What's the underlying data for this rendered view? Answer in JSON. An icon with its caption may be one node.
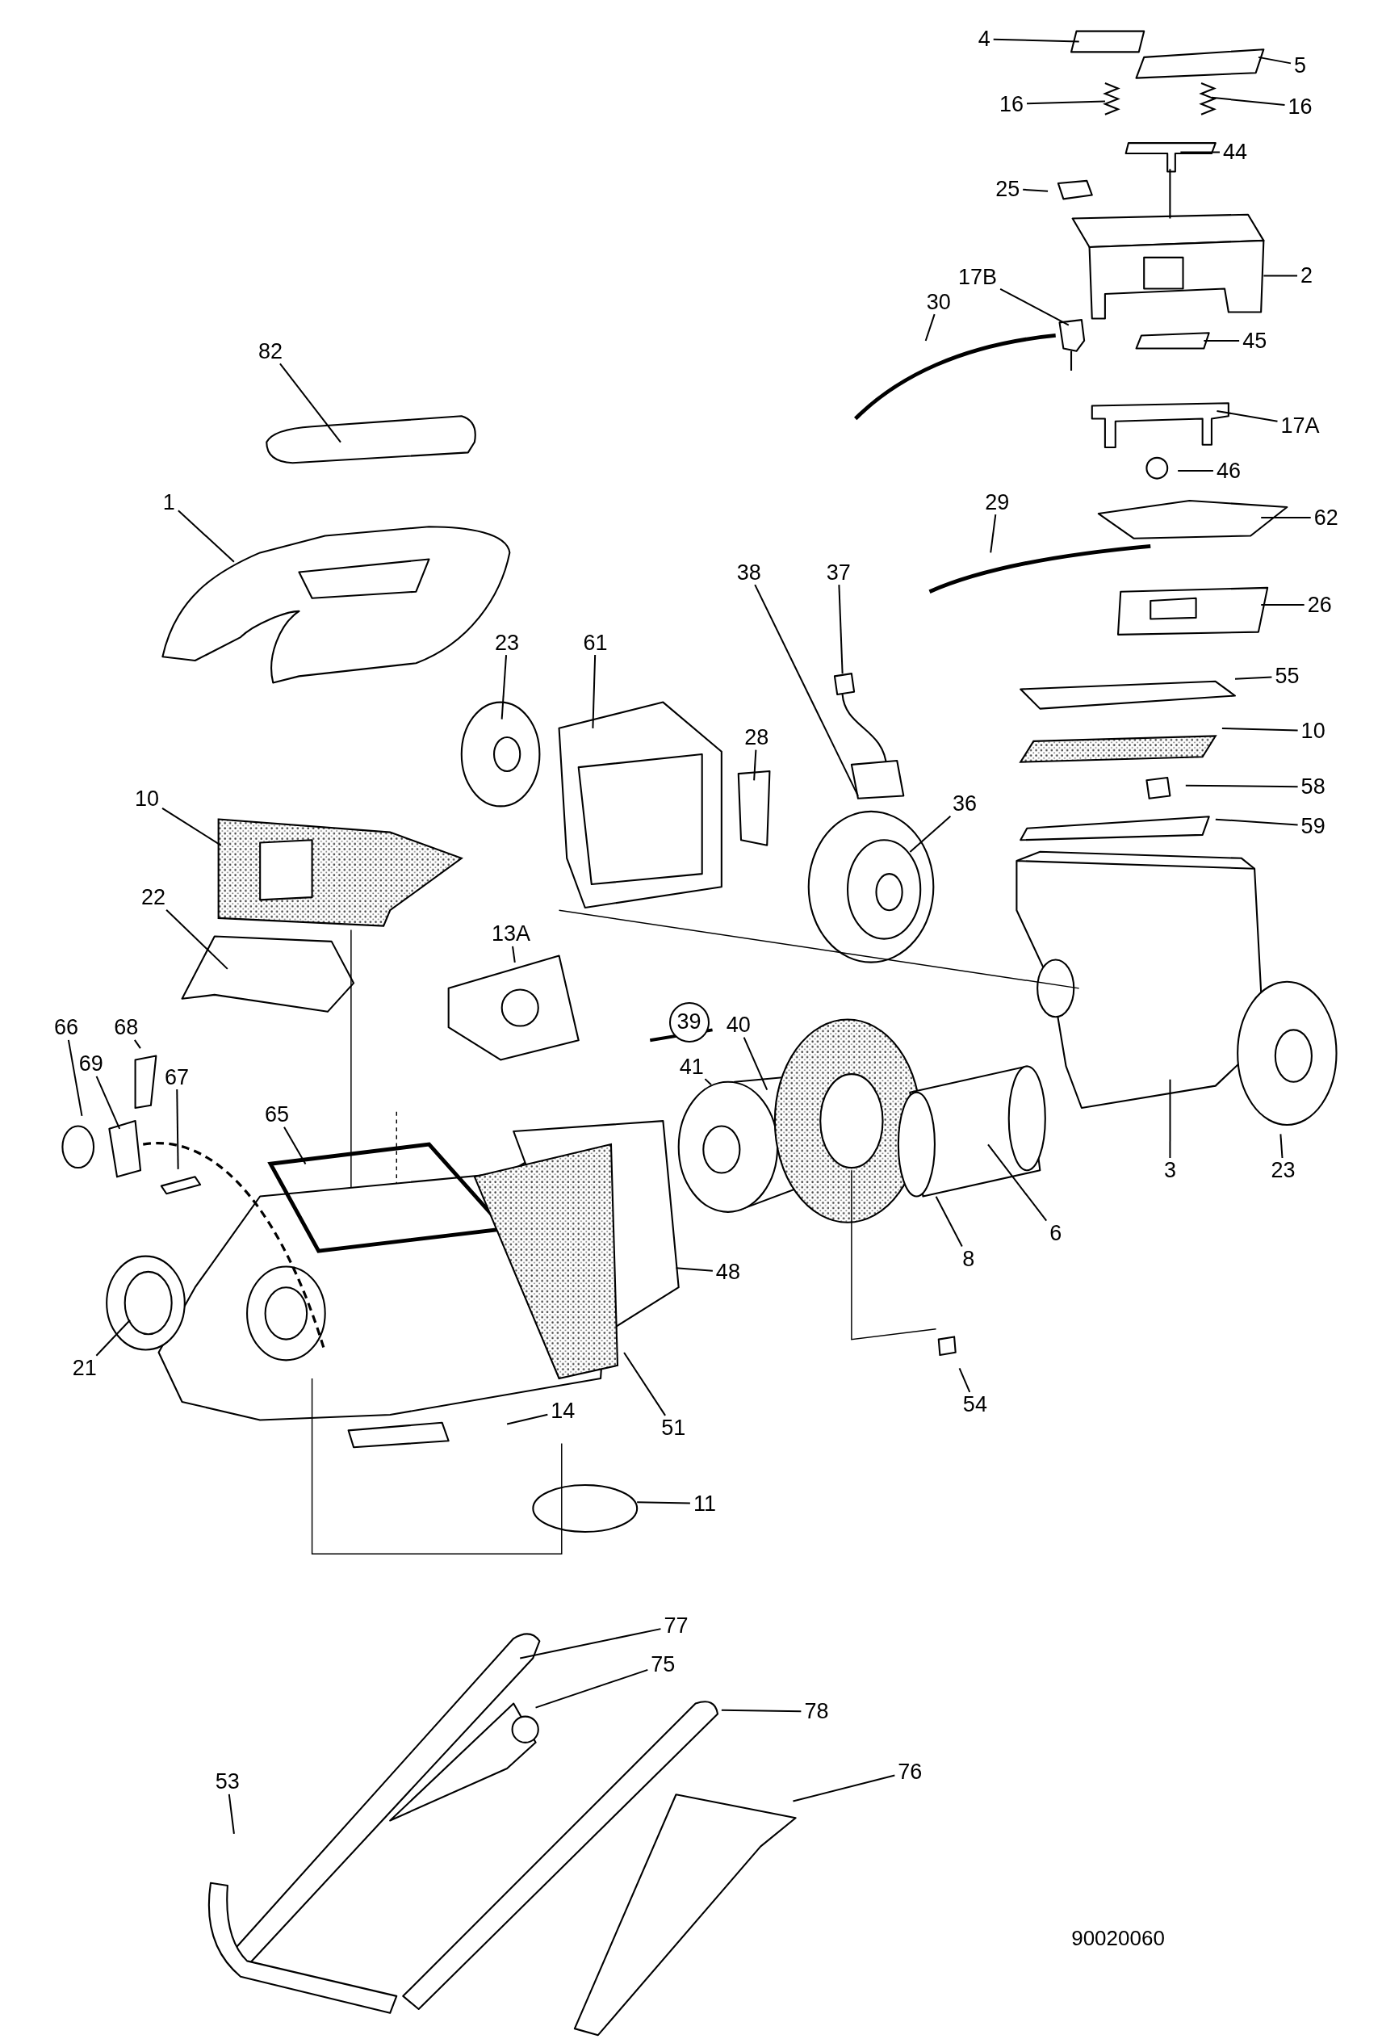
{
  "diagram": {
    "nodes": [
      {
        "text": [
          "4"
        ]
      },
      {
        "text": [
          "5"
        ]
      },
      {
        "text": [
          "16"
        ]
      },
      {
        "text": [
          "16"
        ]
      },
      {
        "text": [
          "44"
        ]
      },
      {
        "text": [
          "25"
        ]
      },
      {
        "text": [
          "2"
        ]
      },
      {
        "text": [
          "17B"
        ]
      },
      {
        "text": [
          "30"
        ]
      },
      {
        "text": [
          "45"
        ]
      },
      {
        "text": [
          "82"
        ]
      },
      {
        "text": [
          "17A"
        ]
      },
      {
        "text": [
          "46"
        ]
      },
      {
        "text": [
          "1"
        ]
      },
      {
        "text": [
          "29"
        ]
      },
      {
        "text": [
          "62"
        ]
      },
      {
        "text": [
          "38"
        ]
      },
      {
        "text": [
          "37"
        ]
      },
      {
        "text": [
          "26"
        ]
      },
      {
        "text": [
          "23"
        ]
      },
      {
        "text": [
          "61"
        ]
      },
      {
        "text": [
          "55"
        ]
      },
      {
        "text": [
          "28"
        ]
      },
      {
        "text": [
          "10"
        ]
      },
      {
        "text": [
          "58"
        ]
      },
      {
        "text": [
          "10"
        ]
      },
      {
        "text": [
          "36"
        ]
      },
      {
        "text": [
          "59"
        ]
      },
      {
        "text": [
          "22"
        ]
      },
      {
        "text": [
          "13A"
        ]
      },
      {
        "text": [
          "39"
        ]
      },
      {
        "text": [
          "40"
        ]
      },
      {
        "text": [
          "66"
        ]
      },
      {
        "text": [
          "68"
        ]
      },
      {
        "text": [
          "41"
        ]
      },
      {
        "text": [
          "69"
        ]
      },
      {
        "text": [
          "67"
        ]
      },
      {
        "text": [
          "65"
        ]
      },
      {
        "text": [
          "3"
        ]
      },
      {
        "text": [
          "23"
        ]
      },
      {
        "text": [
          "6"
        ]
      },
      {
        "text": [
          "8"
        ]
      },
      {
        "text": [
          "48"
        ]
      },
      {
        "text": [
          "21"
        ]
      },
      {
        "text": [
          "14"
        ]
      },
      {
        "text": [
          "54"
        ]
      },
      {
        "text": [
          "51"
        ]
      },
      {
        "text": [
          "11"
        ]
      },
      {
        "text": [
          "77"
        ]
      },
      {
        "text": [
          "75"
        ]
      },
      {
        "text": [
          "78"
        ]
      },
      {
        "text": [
          "53"
        ]
      },
      {
        "text": [
          "76"
        ]
      }
    ],
    "edges": [
      {
        "from": 0,
        "to": null,
        "arrow": "none"
      },
      {
        "from": 1,
        "to": null,
        "arrow": "none"
      },
      {
        "from": 2,
        "to": null,
        "arrow": "none"
      },
      {
        "from": 3,
        "to": null,
        "arrow": "none"
      },
      {
        "from": 4,
        "to": null,
        "arrow": "none"
      },
      {
        "from": 5,
        "to": null,
        "arrow": "none"
      },
      {
        "from": 6,
        "to": null,
        "arrow": "none"
      },
      {
        "from": 7,
        "to": null,
        "arrow": "none"
      },
      {
        "from": 8,
        "to": null,
        "arrow": "none"
      },
      {
        "from": 9,
        "to": null,
        "arrow": "none"
      },
      {
        "from": 10,
        "to": null,
        "arrow": "none"
      },
      {
        "from": 11,
        "to": null,
        "arrow": "none"
      },
      {
        "from": 12,
        "to": null,
        "arrow": "none"
      },
      {
        "from": 13,
        "to": null,
        "arrow": "none"
      },
      {
        "from": 14,
        "to": null,
        "arrow": "none"
      },
      {
        "from": 15,
        "to": null,
        "arrow": "none"
      },
      {
        "from": 16,
        "to": null,
        "arrow": "none"
      },
      {
        "from": 17,
        "to": null,
        "arrow": "none"
      },
      {
        "from": 18,
        "to": null,
        "arrow": "none"
      },
      {
        "from": 19,
        "to": null,
        "arrow": "none"
      },
      {
        "from": 20,
        "to": null,
        "arrow": "none"
      },
      {
        "from": 21,
        "to": null,
        "arrow": "none"
      },
      {
        "from": 22,
        "to": null,
        "arrow": "none"
      },
      {
        "from": 23,
        "to": null,
        "arrow": "none"
      },
      {
        "from": 24,
        "to": null,
        "arrow": "none"
      },
      {
        "from": 25,
        "to": null,
        "arrow": "none"
      },
      {
        "from": 26,
        "to": null,
        "arrow": "none"
      },
      {
        "from": 27,
        "to": null,
        "arrow": "none"
      },
      {
        "from": 28,
        "to": null,
        "arrow": "none"
      },
      {
        "from": 29,
        "to": null,
        "arrow": "none"
      },
      {
        "from": 31,
        "to": null,
        "arrow": "none"
      },
      {
        "from": 32,
        "to": null,
        "arrow": "none"
      },
      {
        "from": 33,
        "to": null,
        "arrow": "none"
      },
      {
        "from": 34,
        "to": null,
        "arrow": "none"
      },
      {
        "from": 35,
        "to": null,
        "arrow": "none"
      },
      {
        "from": 36,
        "to": null,
        "arrow": "none"
      },
      {
        "from": 37,
        "to": null,
        "arrow": "none"
      },
      {
        "from": 38,
        "to": null,
        "arrow": "none"
      },
      {
        "from": 39,
        "to": null,
        "arrow": "none"
      },
      {
        "from": 40,
        "to": null,
        "arrow": "none"
      },
      {
        "from": 41,
        "to": null,
        "arrow": "none"
      },
      {
        "from": 42,
        "to": null,
        "arrow": "none"
      },
      {
        "from": 43,
        "to": null,
        "arrow": "none"
      },
      {
        "from": 44,
        "to": null,
        "arrow": "none"
      },
      {
        "from": 45,
        "to": null,
        "arrow": "none"
      },
      {
        "from": 46,
        "to": null,
        "arrow": "none"
      },
      {
        "from": 47,
        "to": null,
        "arrow": "none"
      },
      {
        "from": 48,
        "to": null,
        "arrow": "none"
      },
      {
        "from": 49,
        "to": null,
        "arrow": "none"
      },
      {
        "from": 50,
        "to": null,
        "arrow": "none"
      },
      {
        "from": 51,
        "to": null,
        "arrow": "none"
      },
      {
        "from": 52,
        "to": null,
        "arrow": "none"
      }
    ],
    "labels": [
      "90020060"
    ]
  }
}
